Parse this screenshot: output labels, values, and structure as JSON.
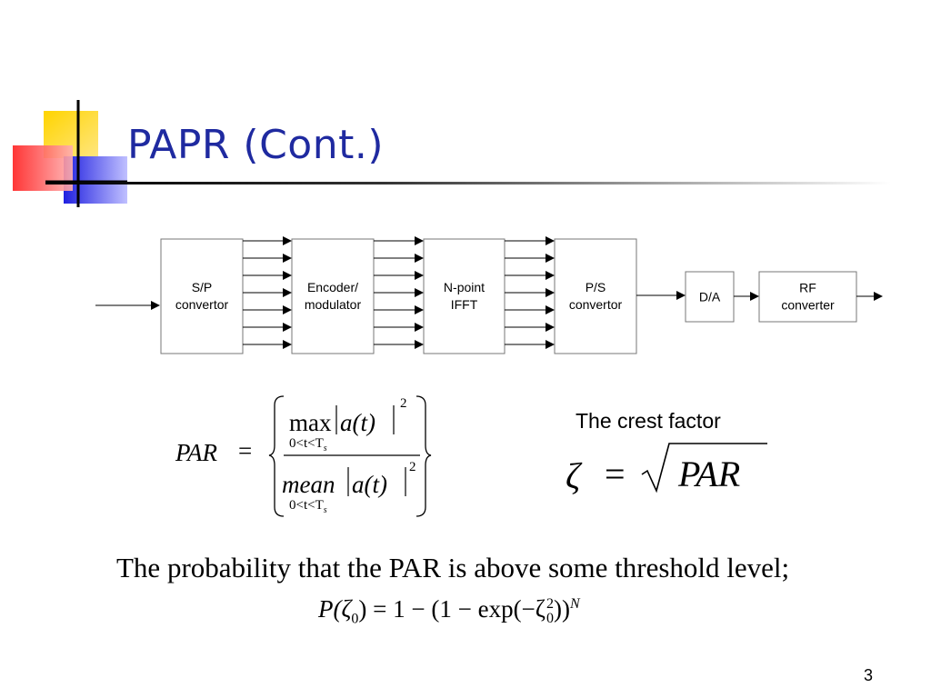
{
  "slide": {
    "title": "PAPR (Cont.)",
    "page_number": "3"
  },
  "diagram": {
    "blocks": [
      {
        "id": "sp",
        "line1": "S/P",
        "line2": "convertor"
      },
      {
        "id": "enc",
        "line1": "Encoder/",
        "line2": "modulator"
      },
      {
        "id": "ifft",
        "line1": "N-point",
        "line2": "IFFT"
      },
      {
        "id": "ps",
        "line1": "P/S",
        "line2": "convertor"
      },
      {
        "id": "da",
        "line1": "D/A",
        "line2": ""
      },
      {
        "id": "rf",
        "line1": "RF",
        "line2": "converter"
      }
    ]
  },
  "equations": {
    "par_lhs": "PAR",
    "equals": "=",
    "numerator_op": "max",
    "denominator_op": "mean",
    "a_of_t": "a(t)",
    "exponent": "2",
    "constraint": "0<t<T",
    "constraint_sub": "s",
    "crest_label": "The crest factor",
    "zeta": "ζ",
    "sqrt_arg": "PAR",
    "probability_text": "The probability that the PAR is above some threshold level;",
    "prob_eq": {
      "lhs": "P(ζ",
      "sub0": "0",
      "mid": ") = 1 − (1 − exp(−ζ",
      "sup2": "2",
      "sub0b": "0",
      "close": "))",
      "supN": "N"
    }
  }
}
